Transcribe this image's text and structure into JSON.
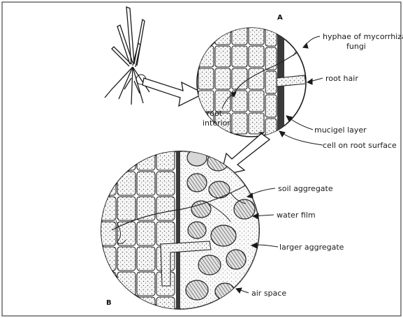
{
  "figure": {
    "panel_a_letter": "A",
    "panel_b_letter": "B"
  },
  "labels": {
    "hyphae_line1": "hyphae of mycorrhizal",
    "hyphae_line2": "fungi",
    "root_hair": "root hair",
    "root_interior_line1": "root",
    "root_interior_line2": "interior",
    "mucigel_layer": "mucigel layer",
    "cell_on_root_surface": "cell on root surface",
    "soil_aggregate": "soil aggregate",
    "water_film": "water film",
    "larger_aggregate": "larger aggregate",
    "air_space": "air space"
  },
  "colors": {
    "ink": "#1a1a1a",
    "background": "#ffffff",
    "frame": "#444444"
  }
}
